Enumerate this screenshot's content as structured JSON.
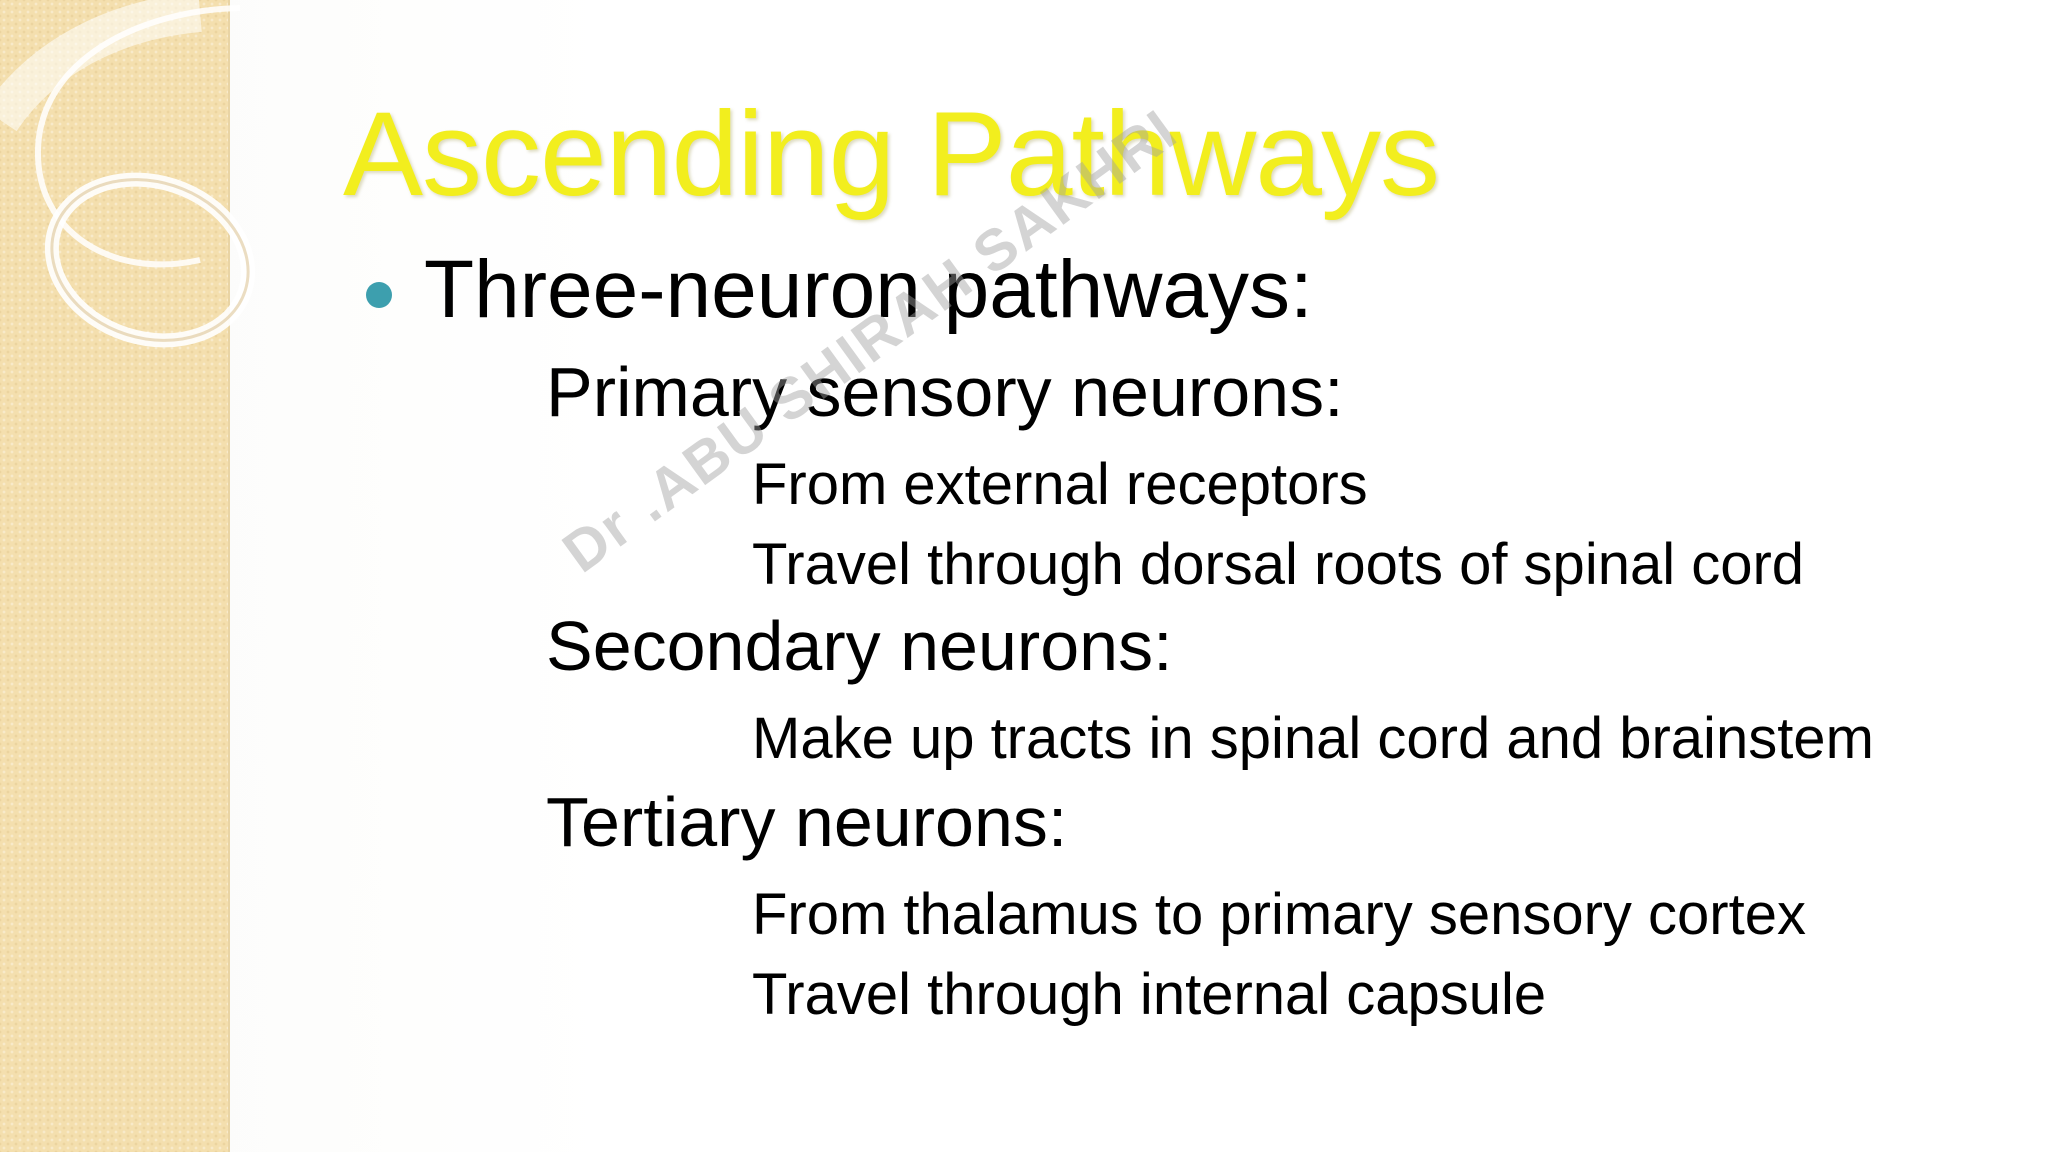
{
  "slide": {
    "title": "Ascending Pathways",
    "bullet": "Three-neuron pathways:",
    "sections": [
      {
        "heading": "Primary sensory neurons:",
        "items": [
          "From external receptors",
          "Travel through dorsal roots of spinal cord"
        ]
      },
      {
        "heading": "Secondary neurons:",
        "items": [
          "Make up tracts in spinal cord and brainstem"
        ]
      },
      {
        "heading": "Tertiary neurons:",
        "items": [
          "From thalamus to primary sensory cortex",
          "Travel through internal capsule"
        ]
      }
    ],
    "watermark": "Dr .ABU SHIRAH SAKHRI"
  },
  "colors": {
    "title": "#f2ee1e",
    "bullet": "#3d9fae",
    "side_panel": "#f4dfae",
    "text": "#000000"
  }
}
